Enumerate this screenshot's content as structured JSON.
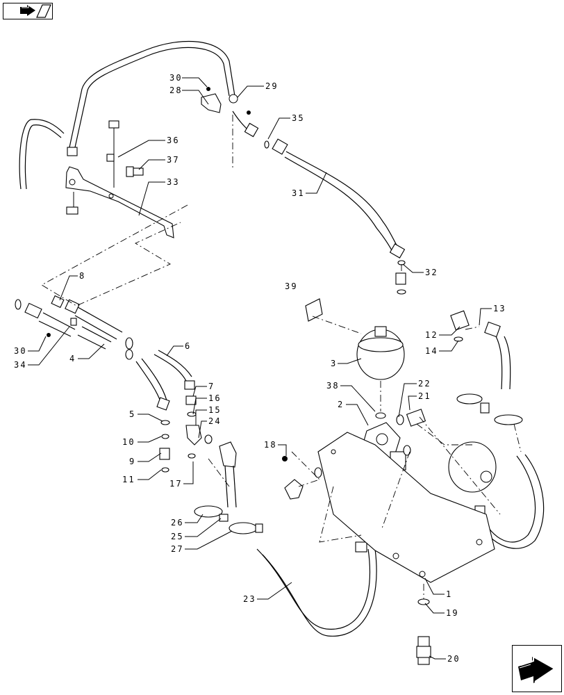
{
  "header": {
    "icon": "book-arrow-icon"
  },
  "footer": {
    "icon": "next-page-arrow-icon"
  },
  "callouts": [
    {
      "id": "c30a",
      "text": "30"
    },
    {
      "id": "c28",
      "text": "28"
    },
    {
      "id": "c29",
      "text": "29"
    },
    {
      "id": "c35",
      "text": "35"
    },
    {
      "id": "c36",
      "text": "36"
    },
    {
      "id": "c37",
      "text": "37"
    },
    {
      "id": "c33",
      "text": "33"
    },
    {
      "id": "c31",
      "text": "31"
    },
    {
      "id": "c32",
      "text": "32"
    },
    {
      "id": "c8",
      "text": "8"
    },
    {
      "id": "c39",
      "text": "39"
    },
    {
      "id": "c13",
      "text": "13"
    },
    {
      "id": "c12",
      "text": "12"
    },
    {
      "id": "c14",
      "text": "14"
    },
    {
      "id": "c30b",
      "text": "30"
    },
    {
      "id": "c34",
      "text": "34"
    },
    {
      "id": "c4",
      "text": "4"
    },
    {
      "id": "c6",
      "text": "6"
    },
    {
      "id": "c3",
      "text": "3"
    },
    {
      "id": "c38",
      "text": "38"
    },
    {
      "id": "c22",
      "text": "22"
    },
    {
      "id": "c21",
      "text": "21"
    },
    {
      "id": "c7",
      "text": "7"
    },
    {
      "id": "c16",
      "text": "16"
    },
    {
      "id": "c15",
      "text": "15"
    },
    {
      "id": "c24",
      "text": "24"
    },
    {
      "id": "c5",
      "text": "5"
    },
    {
      "id": "c2",
      "text": "2"
    },
    {
      "id": "c10",
      "text": "10"
    },
    {
      "id": "c9",
      "text": "9"
    },
    {
      "id": "c18",
      "text": "18"
    },
    {
      "id": "c11",
      "text": "11"
    },
    {
      "id": "c17",
      "text": "17"
    },
    {
      "id": "c26",
      "text": "26"
    },
    {
      "id": "c25",
      "text": "25"
    },
    {
      "id": "c27",
      "text": "27"
    },
    {
      "id": "c23",
      "text": "23"
    },
    {
      "id": "c1",
      "text": "1"
    },
    {
      "id": "c19",
      "text": "19"
    },
    {
      "id": "c20",
      "text": "20"
    }
  ]
}
